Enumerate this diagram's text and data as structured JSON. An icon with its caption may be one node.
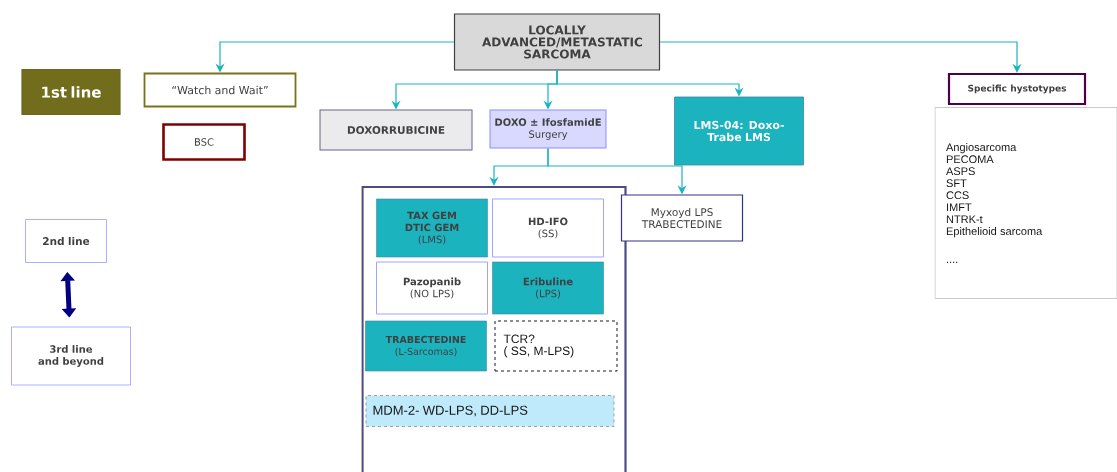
{
  "diagram": {
    "nodes": [
      {
        "text": [
          "LOCALLY ADVANCED/METASTATIC SARCOMA"
        ]
      },
      {
        "text": [
          "1st line"
        ]
      },
      {
        "text": [
          "“Watch and Wait”"
        ]
      },
      {
        "text": [
          "BSC"
        ]
      },
      {
        "text": [
          "Specific hystotypes"
        ]
      },
      {
        "text": [
          "Angiosarcoma",
          "PECOMA",
          "ASPS",
          "SFT",
          "CCS",
          "IMFT",
          "NTRK-t",
          "Epithelioid sarcoma",
          "...."
        ]
      },
      {
        "text": [
          "DOXORRUBICINE"
        ]
      },
      {
        "text": [
          "DOXO ± IfosfamidE",
          "Surgery"
        ]
      },
      {
        "text": [
          "LMS-04: Doxo-Trabe LMS"
        ]
      },
      {
        "text": [],
        "shape": "box"
      },
      {
        "text": [
          "TAX GEM DTIC GEM",
          "(LMS)"
        ],
        "in": 9
      },
      {
        "text": [
          "HD-IFO",
          "(SS)"
        ],
        "in": 9
      },
      {
        "text": [
          "Pazopanib",
          "(NO LPS)"
        ],
        "in": 9
      },
      {
        "text": [
          "Eribuline",
          "(LPS)"
        ],
        "in": 9
      },
      {
        "text": [
          "TRABECTEDINE",
          "(L-Sarcomas)"
        ],
        "in": 9
      },
      {
        "text": [
          "TCR?",
          "( SS, M-LPS)"
        ],
        "in": 9
      },
      {
        "text": [
          "MDM-2- WD-LPS, DD-LPS"
        ],
        "in": 9
      },
      {
        "text": [
          "Myxoyd LPS TRABECTEDINE"
        ]
      },
      {
        "text": [
          "2nd line"
        ]
      },
      {
        "text": [
          "3rd line and beyond"
        ]
      }
    ],
    "edges": [
      {
        "from": 0,
        "to": 2,
        "arrow": "to"
      },
      {
        "from": 0,
        "to": 4,
        "arrow": "to"
      },
      {
        "from": 0,
        "to": 6,
        "arrow": "to"
      },
      {
        "from": 0,
        "to": 7,
        "arrow": "to"
      },
      {
        "from": 0,
        "to": 8,
        "arrow": "to"
      },
      {
        "from": 7,
        "to": 9,
        "arrow": "to"
      },
      {
        "from": 7,
        "to": 17,
        "arrow": "to"
      },
      {
        "from": 18,
        "to": 19,
        "arrow": "both",
        "style": "thick",
        "color": "#000080"
      }
    ]
  }
}
